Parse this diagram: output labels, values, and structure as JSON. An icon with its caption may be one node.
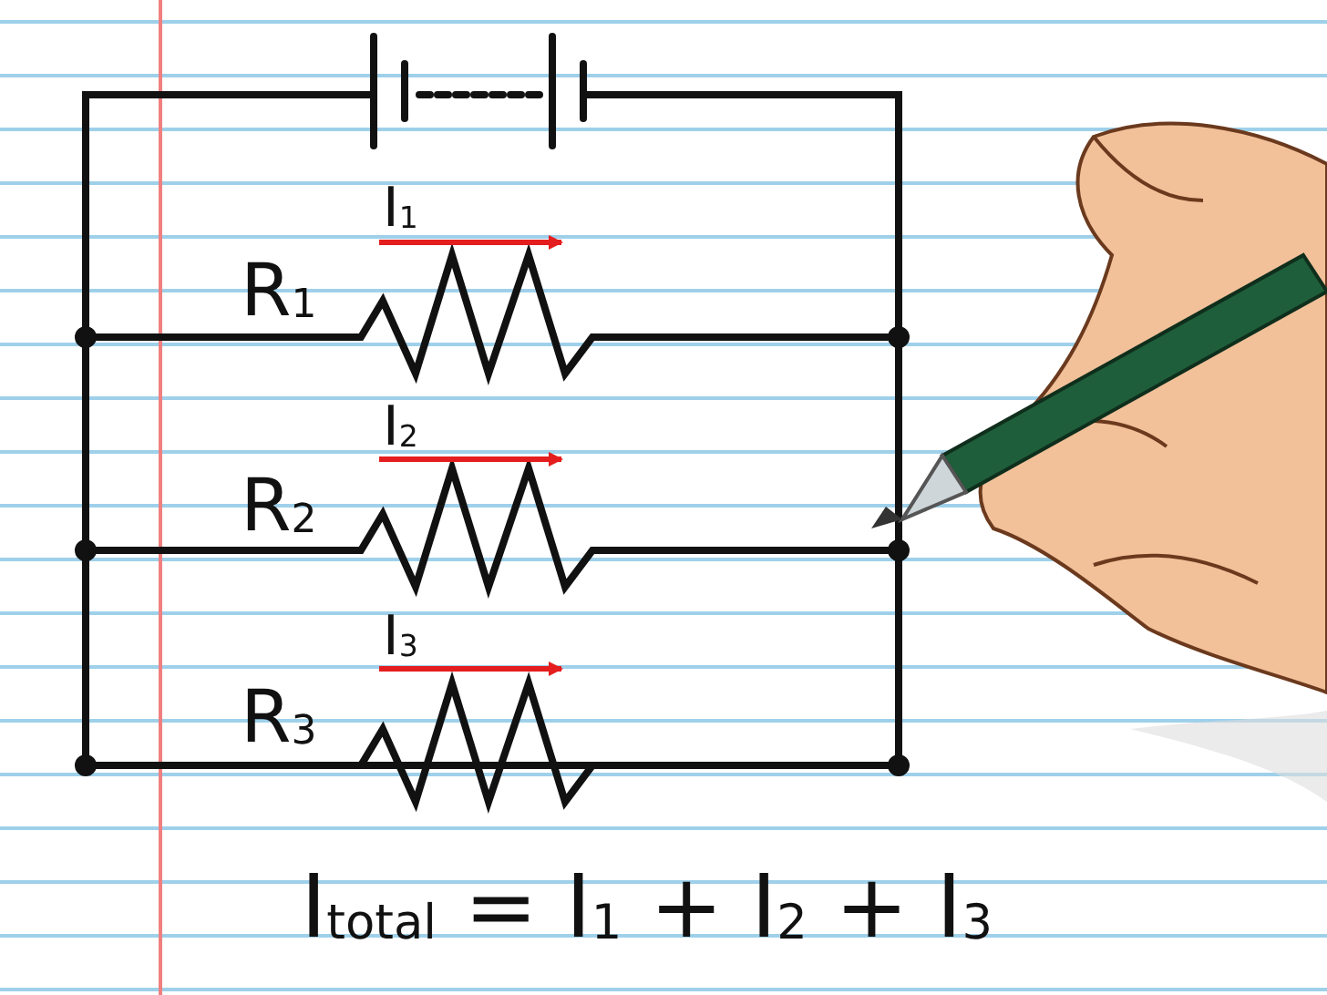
{
  "diagram": {
    "labels": [
      "I$_{1}$",
      "R$_{1}$",
      "I$_{2}$",
      "R$_{2}$",
      "I$_{3}$",
      "R$_{3}$",
      "I$_{total}$ = I$_{1}$ + I$_{2}$ + I$_{3}$"
    ]
  }
}
